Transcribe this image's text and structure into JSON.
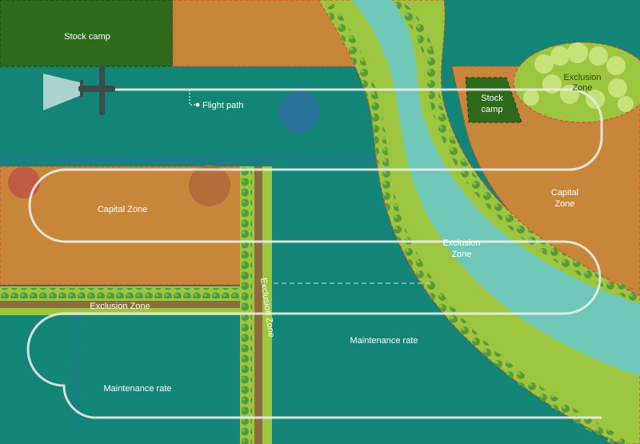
{
  "map": {
    "colors": {
      "water_field": "#138577",
      "capital": "#C8863A",
      "stock_camp": "#2E6A1C",
      "river": "#6FC7B7",
      "riparian_light": "#9CC63F",
      "riparian_dark": "#7CAD2F",
      "tree_green": "#5C9A38",
      "boundary": "#E03A2E",
      "flight_path": "#E8ECEA",
      "lane": "#8E6B3A",
      "hedge": "#4E9A3C"
    },
    "labels": {
      "stock_camp_topleft": "Stock camp",
      "stock_camp_right": [
        "Stock",
        "camp"
      ],
      "flight_path": "Flight path",
      "exclusion_topright": [
        "Exclusion",
        "Zone"
      ],
      "capital_left": "Capital Zone",
      "capital_right": [
        "Capital",
        "Zone"
      ],
      "exclusion_river": [
        "Exclusion",
        "Zone"
      ],
      "exclusion_horizontal": "Exclusion Zone",
      "exclusion_vertical": "Exclusion Zone",
      "maintenance_center": "Maintenance rate",
      "maintenance_left": "Maintenance rate"
    }
  }
}
